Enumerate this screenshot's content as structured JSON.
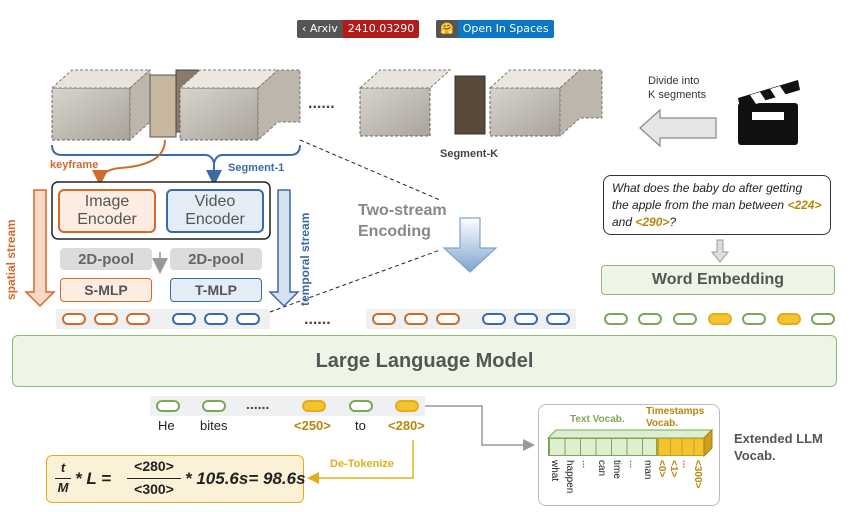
{
  "badges": {
    "arxiv_label": "Arxiv",
    "arxiv_id": "2410.03290",
    "spaces_label": "Open In Spaces"
  },
  "video": {
    "divide_label": "Divide into\nK segments",
    "segment_1_label": "Segment-1",
    "segment_k_label": "Segment-K",
    "keyframe_label": "keyframe",
    "dots": "......"
  },
  "encoders": {
    "image_encoder": "Image\nEncoder",
    "video_encoder": "Video\nEncoder",
    "pool_left": "2D-pool",
    "pool_right": "2D-pool",
    "s_mlp": "S-MLP",
    "t_mlp": "T-MLP",
    "spatial_stream": "spatial stream",
    "temporal_stream": "temporal stream",
    "two_stream": "Two-stream\nEncoding"
  },
  "question": {
    "text_before": "What does the baby do after getting the apple from the man between ",
    "ts1": "<224>",
    "mid": " and ",
    "ts2": "<290>",
    "end": "?"
  },
  "word_embedding": "Word Embedding",
  "llm_label": "Large Language Model",
  "output": {
    "words": [
      "He",
      "bites",
      "......",
      "<250>",
      "to",
      "<280>"
    ],
    "detokenize": "De-Tokenize",
    "formula_t": "t",
    "formula_m": "M",
    "formula_mult_l": "* L =",
    "formula_num": "<280>",
    "formula_den": "<300>",
    "formula_rest": "* 105.6s= 98.6s"
  },
  "vocab": {
    "text_vocab": "Text Vocab.",
    "ts_vocab": "Timestamps\nVocab.",
    "text_words": [
      "what",
      "happen",
      "...",
      "can",
      "time",
      "...",
      "man"
    ],
    "ts_words": [
      "<0>",
      "<1>",
      "...",
      "<300>"
    ],
    "extended_label": "Extended LLM\nVocab."
  },
  "colors": {
    "orange": "#d06b2a",
    "blue": "#3a6aa8",
    "green_border": "#8fb876",
    "green_fill": "#eef5e6",
    "yellow": "#f4c430",
    "gold_text": "#b8860b"
  }
}
